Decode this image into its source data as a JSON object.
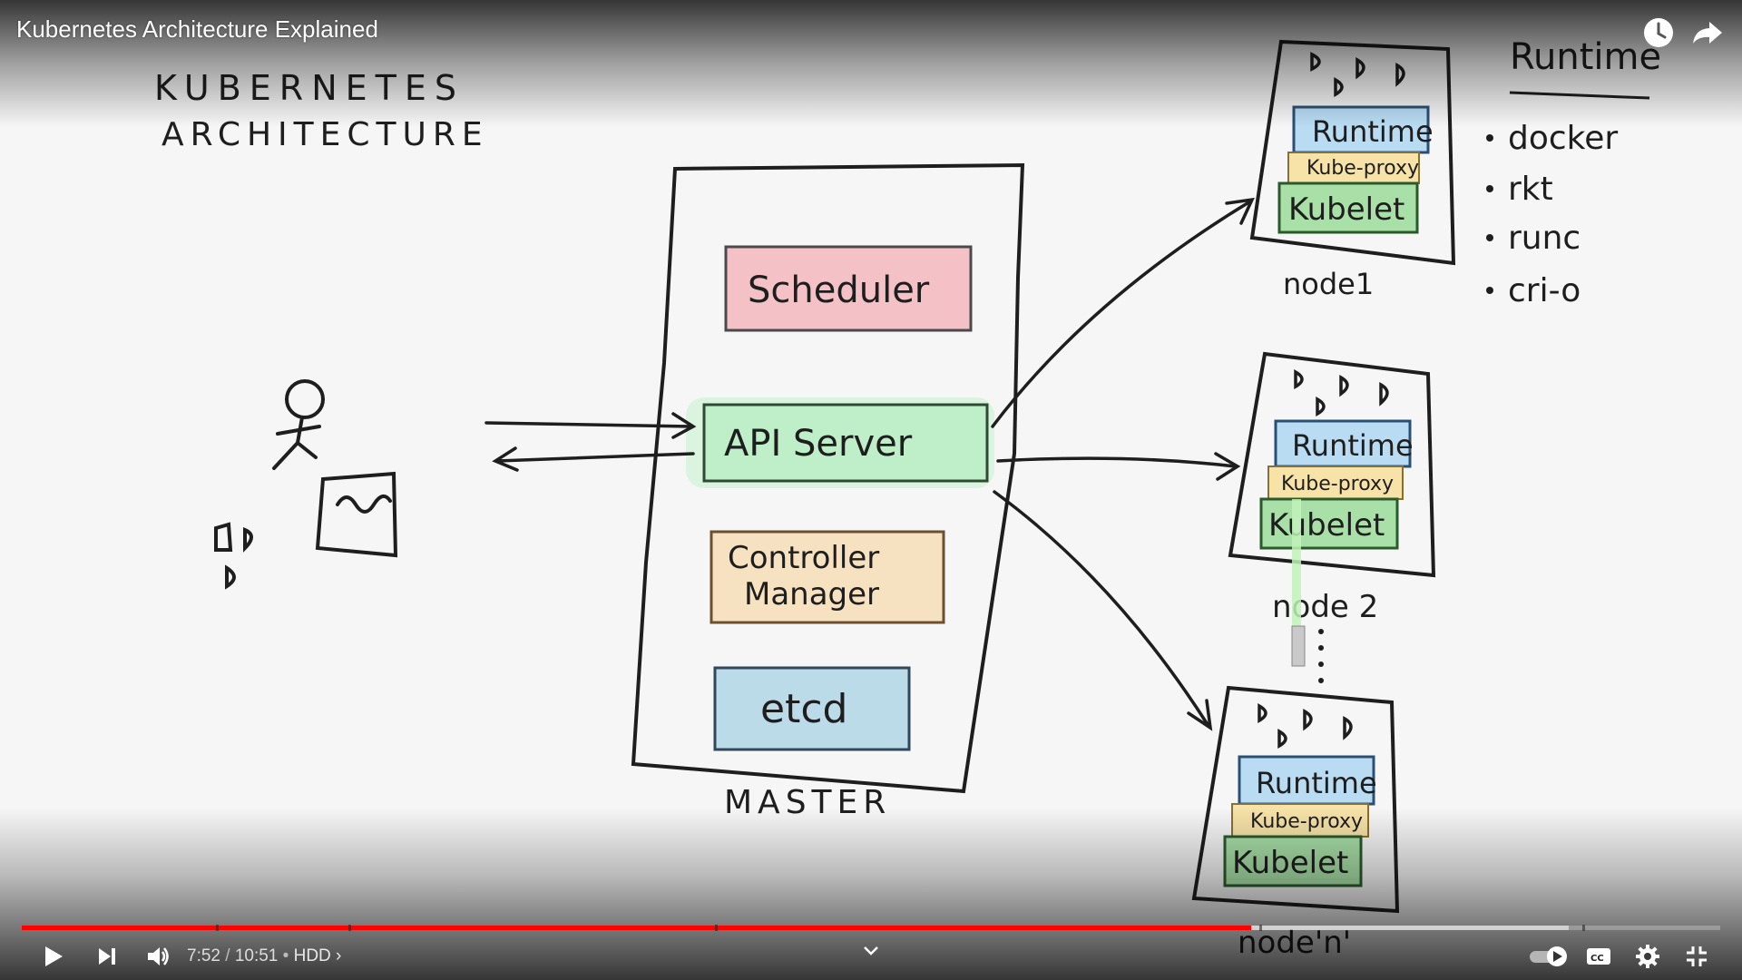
{
  "video": {
    "title": "Kubernetes Architecture Explained",
    "current_time": "7:52",
    "duration": "10:51",
    "chapter": "HDD",
    "progress_fraction": 0.724,
    "buffered_fraction": 0.911,
    "accent_color": "#ff0000"
  },
  "icons": {
    "watch_later": "clock-icon",
    "share": "share-arrow-icon",
    "play": "play-icon",
    "next": "skip-next-icon",
    "volume": "volume-icon",
    "autoplay": "autoplay-toggle-icon",
    "captions": "cc-icon",
    "settings": "gear-icon",
    "fullscreen": "exit-fullscreen-icon",
    "expand": "chevron-down-icon"
  },
  "whiteboard": {
    "heading_line1": "KUBERNETES",
    "heading_line2": "ARCHITECTURE",
    "master_label": "MASTER",
    "components": {
      "scheduler": "Scheduler",
      "api_server": "API Server",
      "controller_line1": "Controller",
      "controller_line2": "Manager",
      "etcd": "etcd"
    },
    "nodes": [
      {
        "name": "node1",
        "runtime": "Runtime",
        "proxy": "Kube-proxy",
        "kubelet": "Kubelet"
      },
      {
        "name": "node 2",
        "runtime": "Runtime",
        "proxy": "Kube-proxy",
        "kubelet": "Kubelet"
      },
      {
        "name": "node'n'",
        "runtime": "Runtime",
        "proxy": "Kube-proxy",
        "kubelet": "Kubelet"
      }
    ],
    "runtime_list": {
      "title": "Runtime",
      "items": [
        "docker",
        "rkt",
        "runc",
        "cri-o"
      ]
    },
    "colors": {
      "scheduler": "#f4c2c6",
      "api_server": "#bfefc9",
      "controller": "#f6e1c0",
      "etcd": "#bcdbe9",
      "runtime": "#b9dcf3",
      "proxy": "#f7e3a8",
      "kubelet": "#a9e0a8"
    }
  }
}
